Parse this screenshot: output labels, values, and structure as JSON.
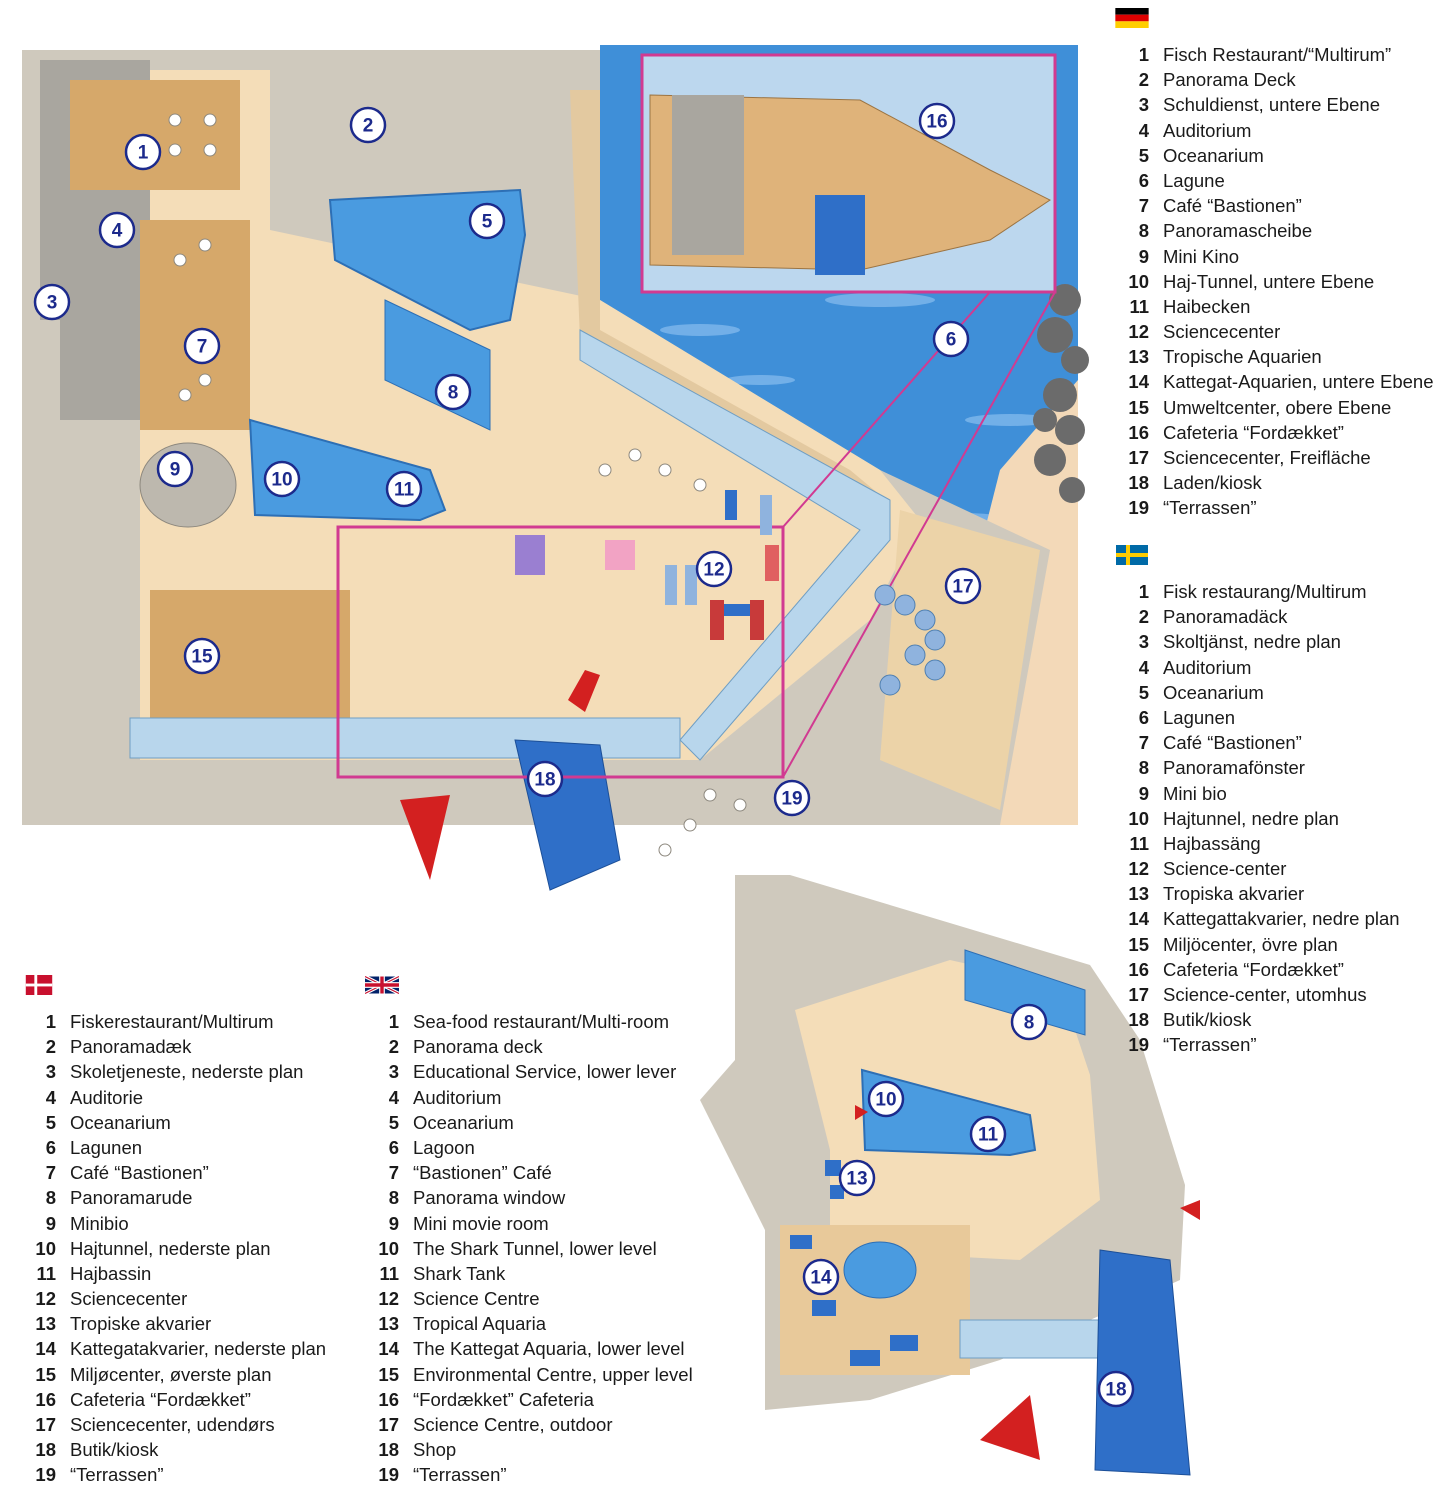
{
  "markers_main": [
    "1",
    "2",
    "3",
    "4",
    "5",
    "6",
    "7",
    "8",
    "9",
    "10",
    "11",
    "12",
    "15",
    "16",
    "17",
    "18",
    "19"
  ],
  "markers_lower": [
    "8",
    "10",
    "11",
    "13",
    "14",
    "18"
  ],
  "legends": {
    "de": {
      "flag": "german-flag",
      "items": [
        {
          "n": "1",
          "label": "Fisch Restaurant/“Multirum”"
        },
        {
          "n": "2",
          "label": "Panorama Deck"
        },
        {
          "n": "3",
          "label": "Schuldienst, untere Ebene"
        },
        {
          "n": "4",
          "label": "Auditorium"
        },
        {
          "n": "5",
          "label": "Oceanarium"
        },
        {
          "n": "6",
          "label": "Lagune"
        },
        {
          "n": "7",
          "label": "Café “Bastionen”"
        },
        {
          "n": "8",
          "label": "Panoramascheibe"
        },
        {
          "n": "9",
          "label": "Mini Kino"
        },
        {
          "n": "10",
          "label": "Haj-Tunnel, untere Ebene"
        },
        {
          "n": "11",
          "label": "Haibecken"
        },
        {
          "n": "12",
          "label": "Sciencecenter"
        },
        {
          "n": "13",
          "label": "Tropische Aquarien"
        },
        {
          "n": "14",
          "label": "Kattegat-Aquarien, untere Ebene"
        },
        {
          "n": "15",
          "label": "Umweltcenter, obere Ebene"
        },
        {
          "n": "16",
          "label": "Cafeteria “Fordækket”"
        },
        {
          "n": "17",
          "label": "Sciencecenter, Freifläche"
        },
        {
          "n": "18",
          "label": "Laden/kiosk"
        },
        {
          "n": "19",
          "label": "“Terrassen”"
        }
      ]
    },
    "sv": {
      "flag": "swedish-flag",
      "items": [
        {
          "n": "1",
          "label": "Fisk restaurang/Multirum"
        },
        {
          "n": "2",
          "label": "Panoramadäck"
        },
        {
          "n": "3",
          "label": "Skoltjänst, nedre plan"
        },
        {
          "n": "4",
          "label": "Auditorium"
        },
        {
          "n": "5",
          "label": "Oceanarium"
        },
        {
          "n": "6",
          "label": "Lagunen"
        },
        {
          "n": "7",
          "label": "Café “Bastionen”"
        },
        {
          "n": "8",
          "label": "Panoramafönster"
        },
        {
          "n": "9",
          "label": "Mini bio"
        },
        {
          "n": "10",
          "label": "Hajtunnel, nedre plan"
        },
        {
          "n": "11",
          "label": "Hajbassäng"
        },
        {
          "n": "12",
          "label": "Science-center"
        },
        {
          "n": "13",
          "label": "Tropiska akvarier"
        },
        {
          "n": "14",
          "label": "Kattegattakvarier, nedre plan"
        },
        {
          "n": "15",
          "label": "Miljöcenter, övre plan"
        },
        {
          "n": "16",
          "label": "Cafeteria “Fordækket”"
        },
        {
          "n": "17",
          "label": "Science-center, utomhus"
        },
        {
          "n": "18",
          "label": "Butik/kiosk"
        },
        {
          "n": "19",
          "label": "“Terrassen”"
        }
      ]
    },
    "da": {
      "flag": "danish-flag",
      "items": [
        {
          "n": "1",
          "label": "Fiskerestaurant/Multirum"
        },
        {
          "n": "2",
          "label": "Panoramadæk"
        },
        {
          "n": "3",
          "label": "Skoletjeneste, nederste plan"
        },
        {
          "n": "4",
          "label": "Auditorie"
        },
        {
          "n": "5",
          "label": "Oceanarium"
        },
        {
          "n": "6",
          "label": "Lagunen"
        },
        {
          "n": "7",
          "label": "Café “Bastionen”"
        },
        {
          "n": "8",
          "label": "Panoramarude"
        },
        {
          "n": "9",
          "label": "Minibio"
        },
        {
          "n": "10",
          "label": "Hajtunnel, nederste plan"
        },
        {
          "n": "11",
          "label": "Hajbassin"
        },
        {
          "n": "12",
          "label": "Sciencecenter"
        },
        {
          "n": "13",
          "label": "Tropiske akvarier"
        },
        {
          "n": "14",
          "label": "Kattegatakvarier, nederste plan"
        },
        {
          "n": "15",
          "label": "Miljøcenter, øverste plan"
        },
        {
          "n": "16",
          "label": "Cafeteria “Fordækket”"
        },
        {
          "n": "17",
          "label": "Sciencecenter, udendørs"
        },
        {
          "n": "18",
          "label": "Butik/kiosk"
        },
        {
          "n": "19",
          "label": "“Terrassen”"
        }
      ]
    },
    "en": {
      "flag": "uk-flag",
      "items": [
        {
          "n": "1",
          "label": "Sea-food restaurant/Multi-room"
        },
        {
          "n": "2",
          "label": "Panorama deck"
        },
        {
          "n": "3",
          "label": "Educational Service, lower lever"
        },
        {
          "n": "4",
          "label": "Auditorium"
        },
        {
          "n": "5",
          "label": "Oceanarium"
        },
        {
          "n": "6",
          "label": "Lagoon"
        },
        {
          "n": "7",
          "label": "“Bastionen” Café"
        },
        {
          "n": "8",
          "label": "Panorama window"
        },
        {
          "n": "9",
          "label": "Mini movie room"
        },
        {
          "n": "10",
          "label": "The Shark Tunnel, lower level"
        },
        {
          "n": "11",
          "label": "Shark Tank"
        },
        {
          "n": "12",
          "label": "Science Centre"
        },
        {
          "n": "13",
          "label": "Tropical Aquaria"
        },
        {
          "n": "14",
          "label": "The Kattegat Aquaria, lower level"
        },
        {
          "n": "15",
          "label": "Environmental Centre, upper level"
        },
        {
          "n": "16",
          "label": "“Fordækket” Cafeteria"
        },
        {
          "n": "17",
          "label": "Science Centre, outdoor"
        },
        {
          "n": "18",
          "label": "Shop"
        },
        {
          "n": "19",
          "label": "“Terrassen”"
        }
      ]
    }
  }
}
